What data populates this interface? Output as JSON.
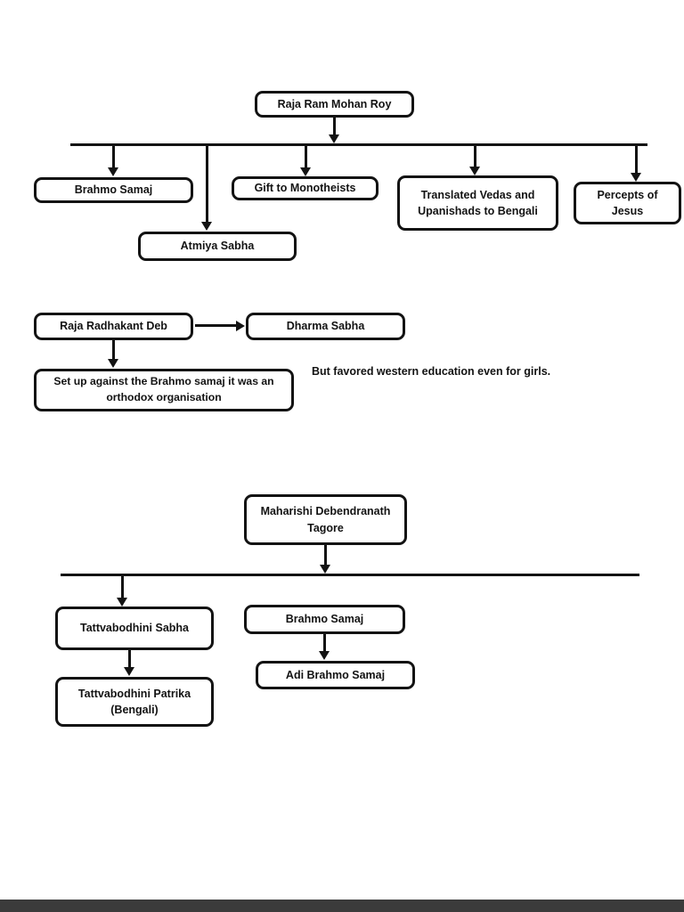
{
  "page": {
    "background": "#ffffff",
    "ink_color": "#131313",
    "bottom_gap_color": "#3b3b3b"
  },
  "diagram": {
    "tree1": {
      "root": {
        "label": "Raja Ram Mohan Roy"
      },
      "children": {
        "brahmo_samaj": {
          "label": "Brahmo Samaj"
        },
        "atmiya_sabha": {
          "label": "Atmiya Sabha"
        },
        "gift_to_monotheists": {
          "label": "Gift to Monotheists"
        },
        "translated_vedas": {
          "label": "Translated Vedas and Upanishads to Bengali"
        },
        "percepts_of_jesus": {
          "label": "Percepts of Jesus"
        }
      }
    },
    "tree2": {
      "root": {
        "label": "Raja Radhakant Deb"
      },
      "dharma_sabha": {
        "label": "Dharma Sabha"
      },
      "orthodox_note": {
        "label": "Set up against the Brahmo samaj it was an orthodox organisation"
      },
      "side_note": {
        "label": "But favored western education even for girls."
      }
    },
    "tree3": {
      "root": {
        "label": "Maharishi Debendranath Tagore"
      },
      "tattvabodhini_sabha": {
        "label": "Tattvabodhini Sabha"
      },
      "tattvabodhini_patrika": {
        "label": "Tattvabodhini Patrika (Bengali)"
      },
      "brahmo_samaj": {
        "label": "Brahmo Samaj"
      },
      "adi_brahmo_samaj": {
        "label": "Adi Brahmo Samaj"
      }
    }
  }
}
